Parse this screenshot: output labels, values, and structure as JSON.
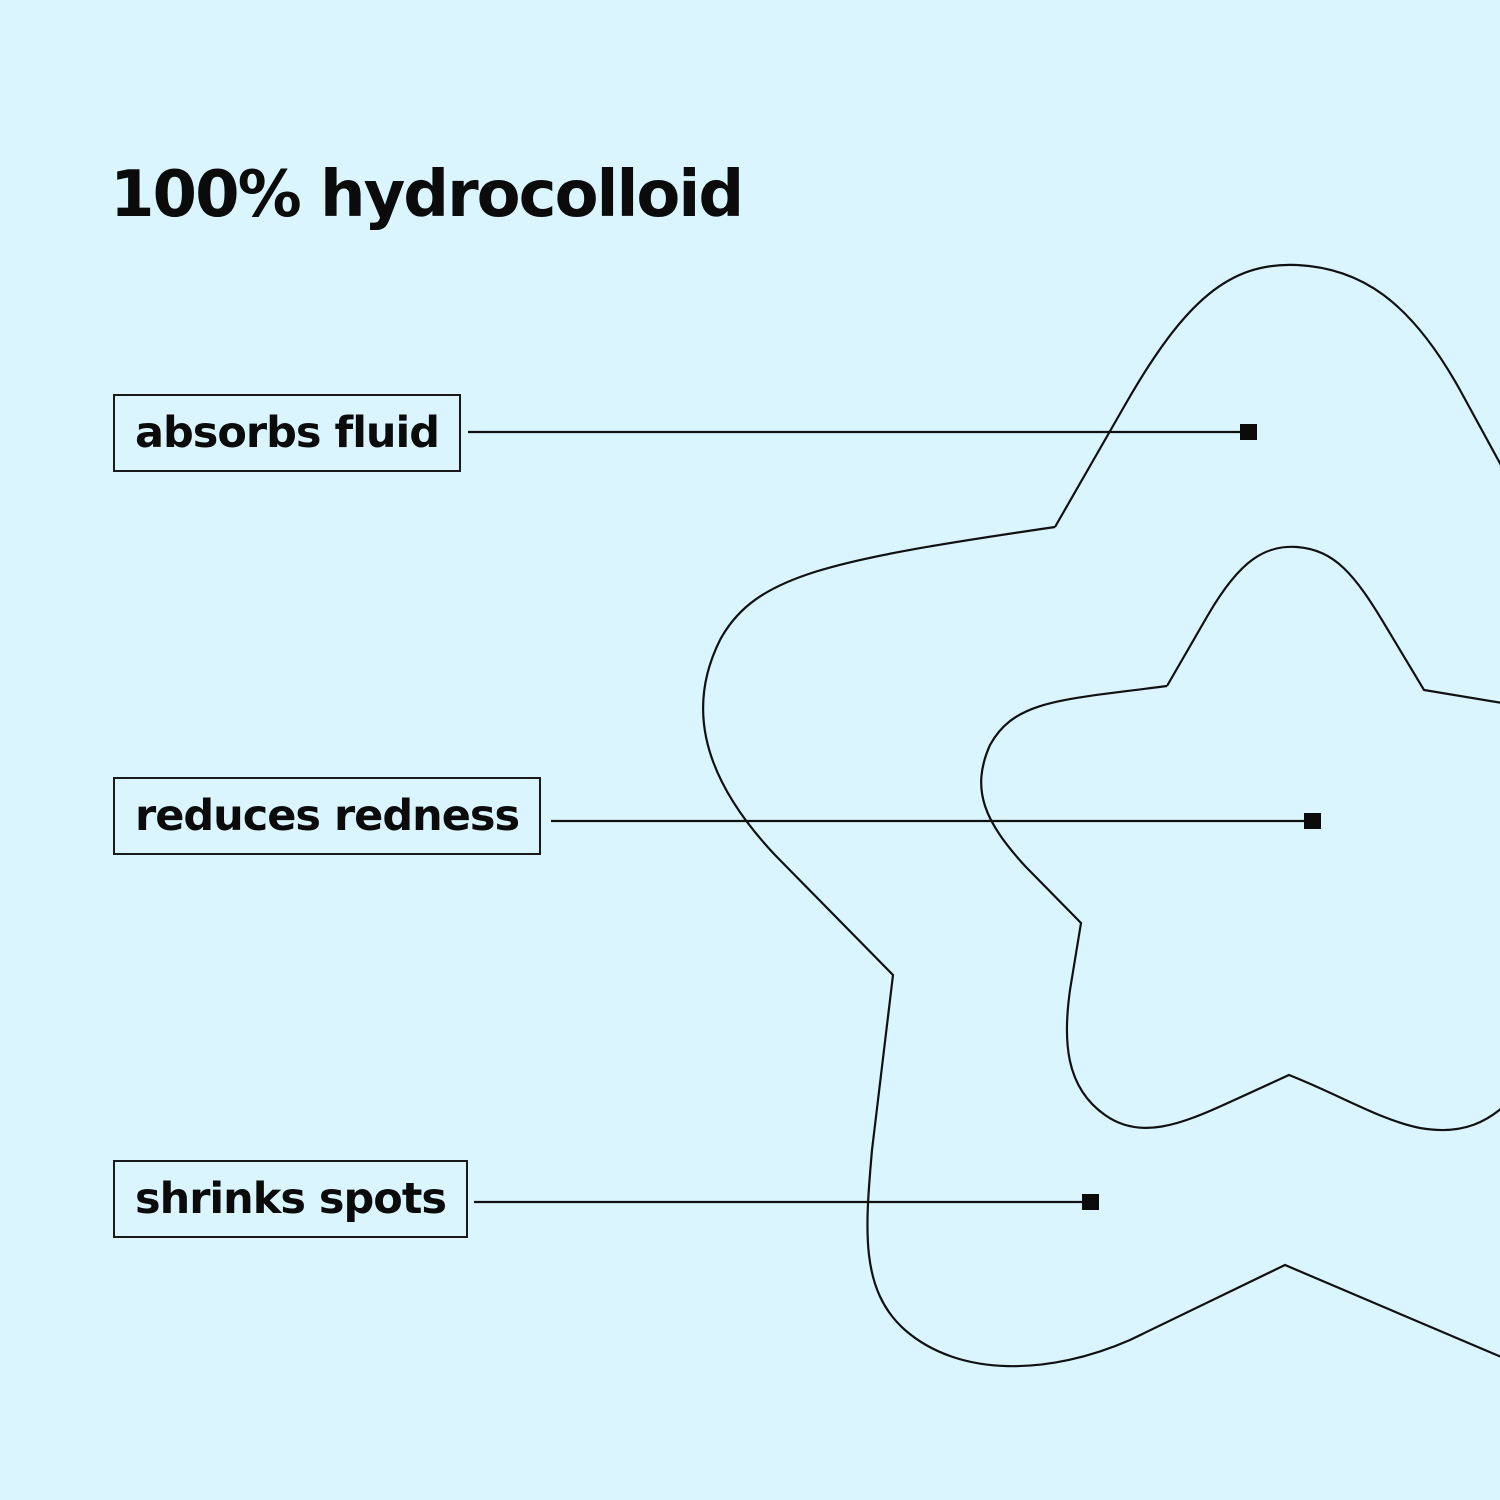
{
  "title": "100% hydrocolloid",
  "callouts": [
    {
      "label": "absorbs fluid"
    },
    {
      "label": "reduces redness"
    },
    {
      "label": "shrinks spots"
    }
  ],
  "colors": {
    "background": "#daf5fe",
    "ink": "#0b0b0b"
  }
}
